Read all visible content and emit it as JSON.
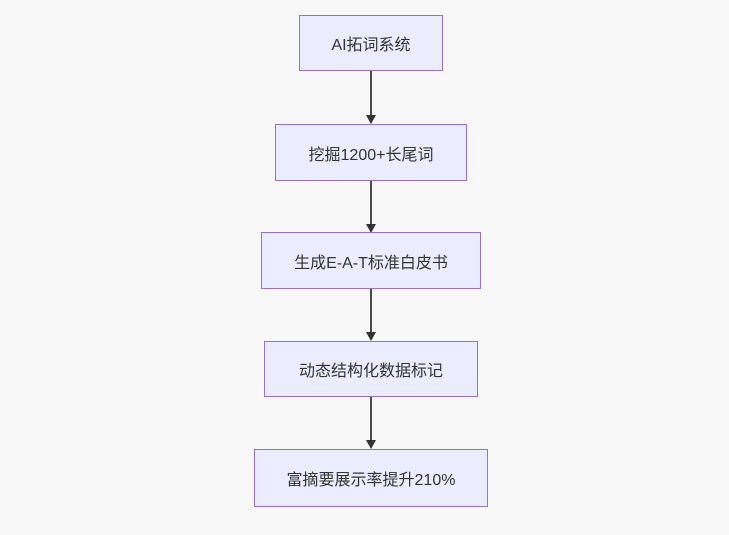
{
  "diagram": {
    "type": "flowchart",
    "direction": "top-down",
    "nodes": [
      {
        "id": "A",
        "label": "AI拓词系统"
      },
      {
        "id": "B",
        "label": "挖掘1200+长尾词"
      },
      {
        "id": "C",
        "label": "生成E-A-T标准白皮书"
      },
      {
        "id": "D",
        "label": "动态结构化数据标记"
      },
      {
        "id": "E",
        "label": "富摘要展示率提升210%"
      }
    ],
    "edges": [
      {
        "from": "A",
        "to": "B"
      },
      {
        "from": "B",
        "to": "C"
      },
      {
        "from": "C",
        "to": "D"
      },
      {
        "from": "D",
        "to": "E"
      }
    ],
    "colors": {
      "node_fill": "#ECECFF",
      "node_border": "#9370DB",
      "node_text": "#333333",
      "arrow": "#333333",
      "background": "#f8f8f8"
    }
  }
}
